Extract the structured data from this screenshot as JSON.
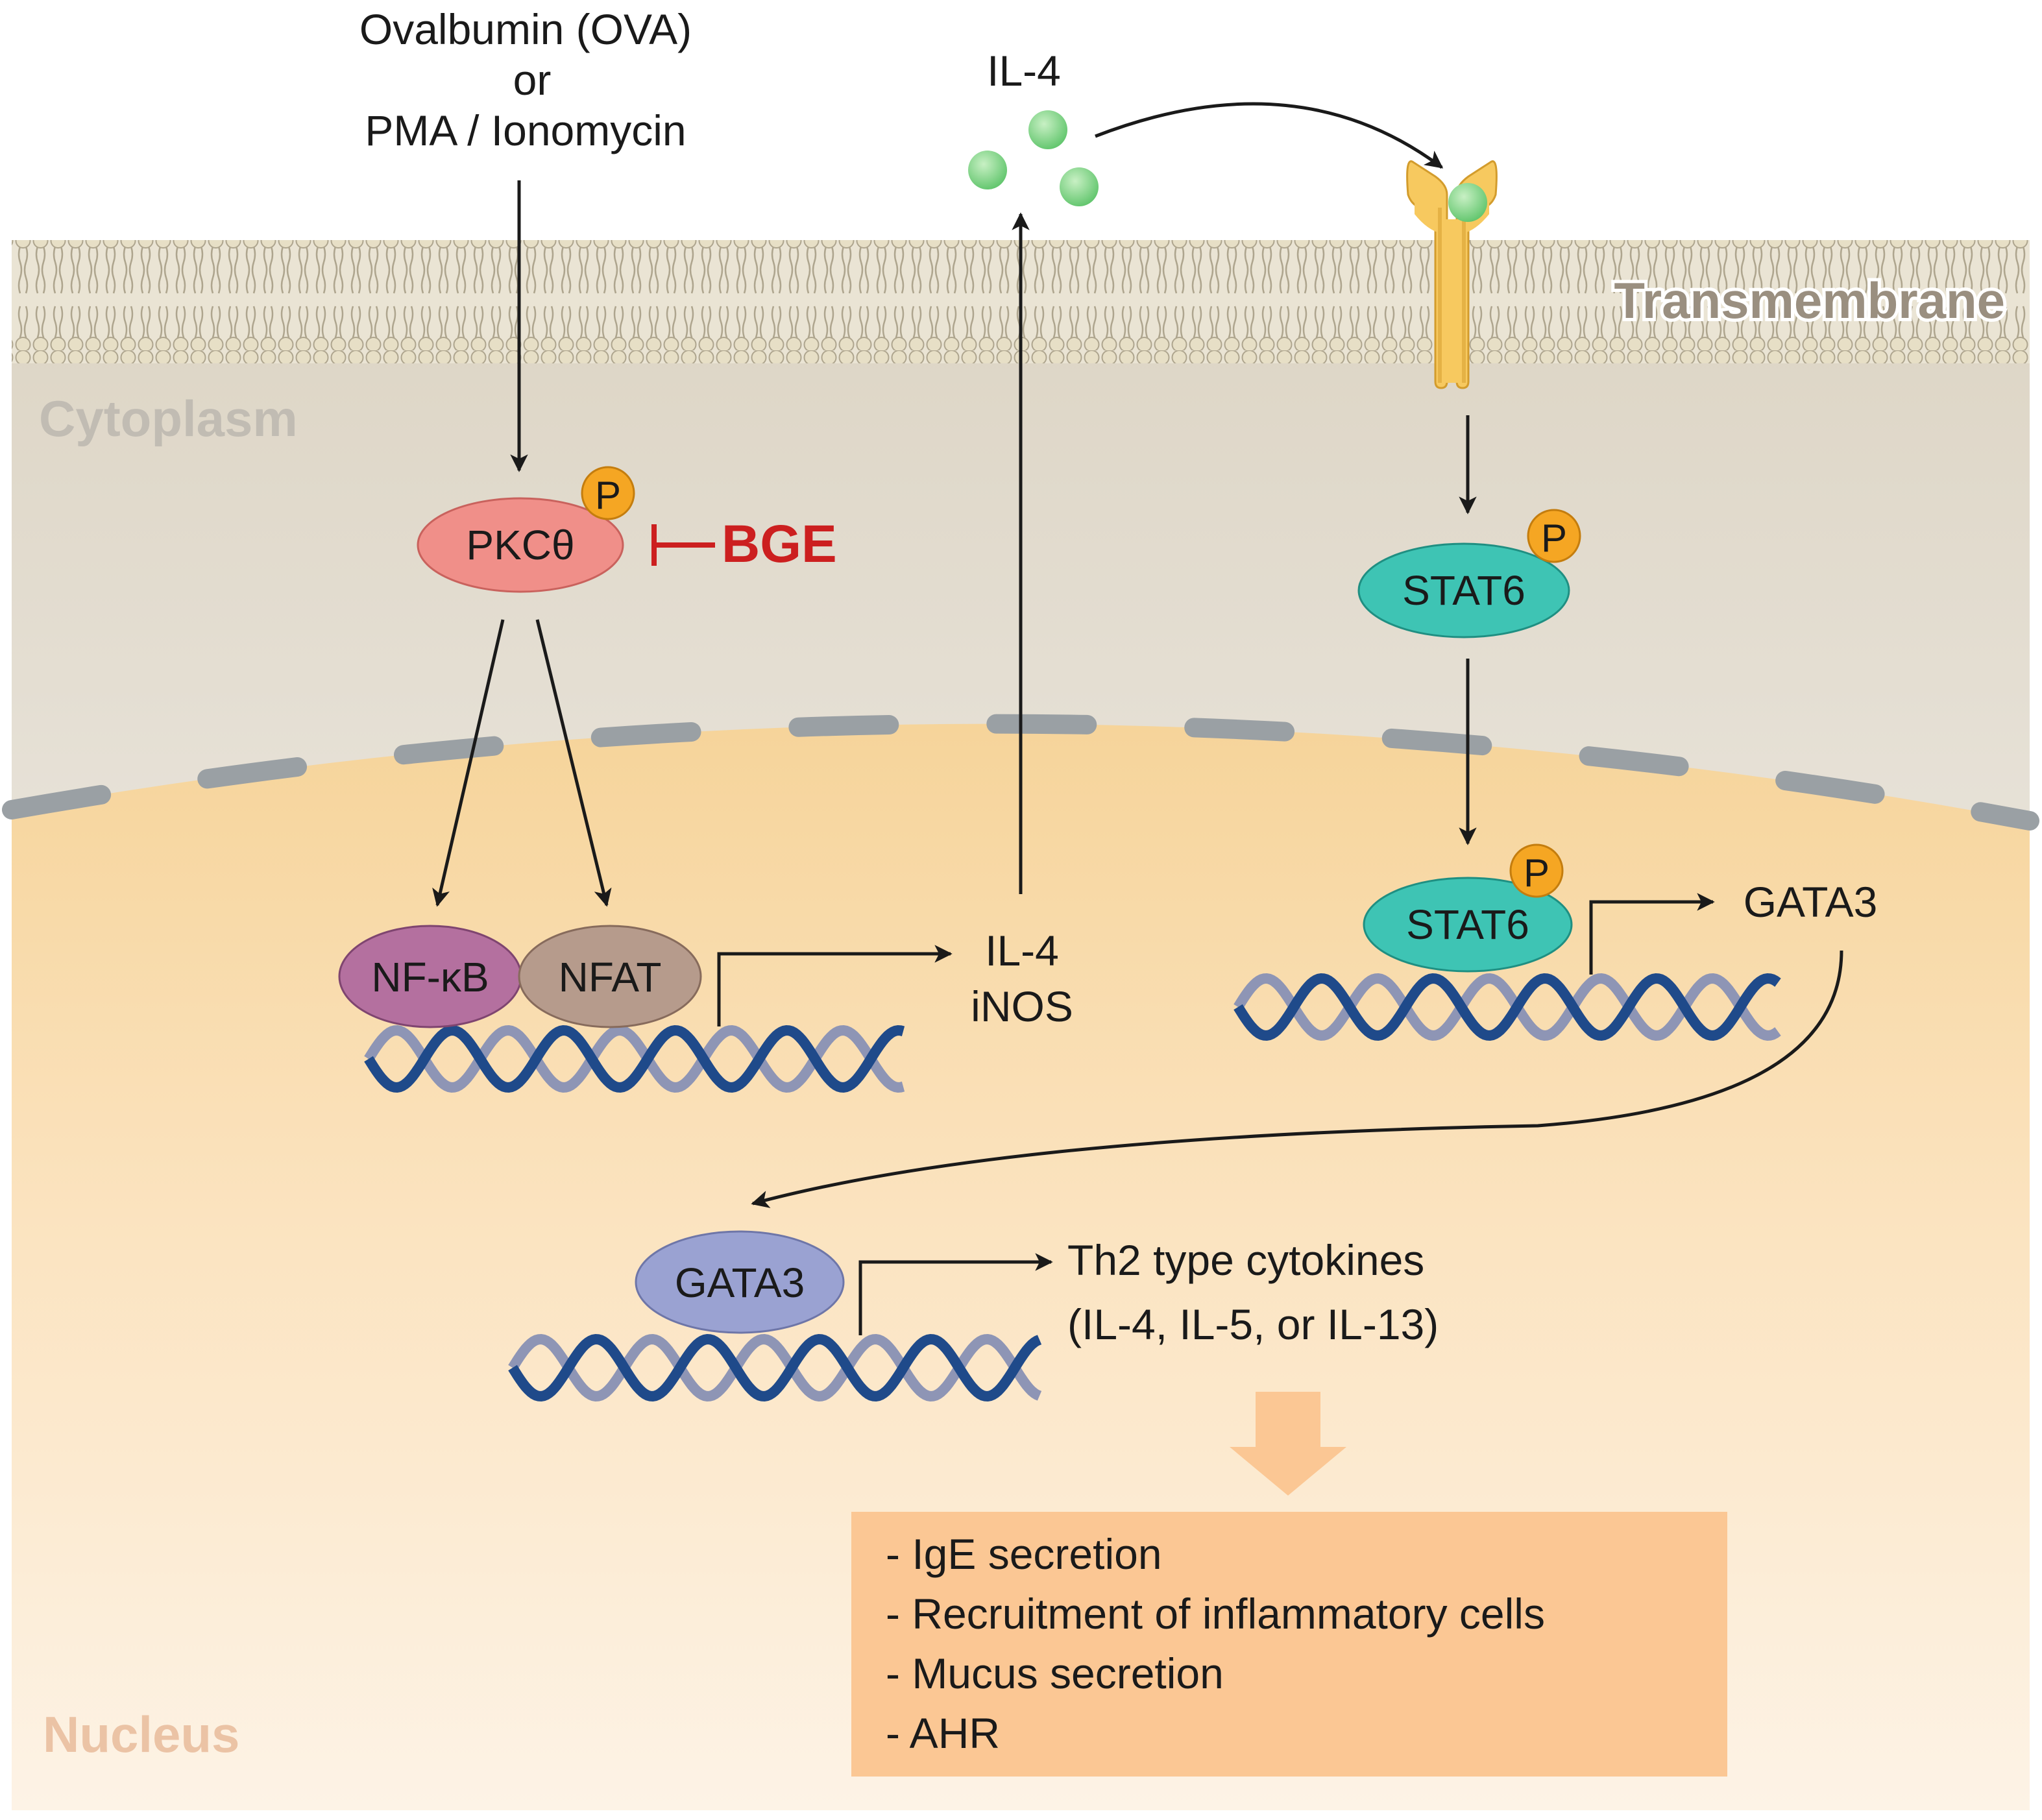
{
  "stimulus": {
    "line1": "Ovalbumin (OVA)",
    "line2": "or",
    "line3": "PMA / Ionomycin"
  },
  "il4_top_label": "IL-4",
  "regions": {
    "membrane": "Transmembrane",
    "cytoplasm": "Cytoplasm",
    "nucleus": "Nucleus"
  },
  "proteins": {
    "pkc": "PKCθ",
    "inhibitor": "BGE",
    "phospho": "P",
    "stat6": "STAT6",
    "nfkb": "NF-κB",
    "nfat": "NFAT",
    "gata3": "GATA3"
  },
  "products": {
    "il4": "IL-4",
    "inos": "iNOS",
    "gata3_gene": "GATA3",
    "th2_line1": "Th2 type cytokines",
    "th2_line2": "(IL-4, IL-5, or IL-13)"
  },
  "outcomes": [
    "- IgE secretion",
    "- Recruitment of inflammatory cells",
    "- Mucus secretion",
    "- AHR"
  ],
  "colors": {
    "pkc": "#f08f89",
    "stat6": "#3ec4b4",
    "nfkb": "#b4709f",
    "nfat": "#b69b8c",
    "gata3": "#9aa2d2",
    "phospho": "#f5a623",
    "inhibitor": "#cc1f1f",
    "il4_ball": "#7dd37f",
    "receptor": "#f7c95f",
    "outcome_box": "#fbc794",
    "dna_blue": "#1f4a8a",
    "dna_gray": "#8e95b5"
  }
}
